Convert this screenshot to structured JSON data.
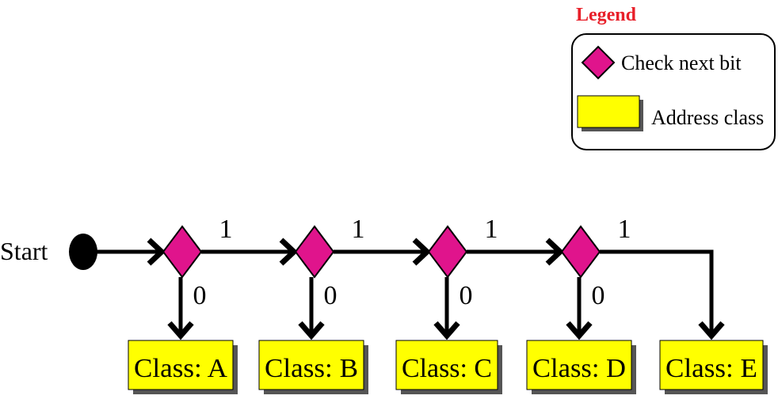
{
  "legend": {
    "title": "Legend",
    "items": [
      {
        "shape": "diamond",
        "label": "Check next bit"
      },
      {
        "shape": "rectangle",
        "label": "Address class"
      }
    ]
  },
  "start_label": "Start",
  "decisions": [
    {
      "one_label": "1",
      "zero_label": "0"
    },
    {
      "one_label": "1",
      "zero_label": "0"
    },
    {
      "one_label": "1",
      "zero_label": "0"
    },
    {
      "one_label": "1",
      "zero_label": "0"
    }
  ],
  "classes": [
    "Class: A",
    "Class: B",
    "Class: C",
    "Class: D",
    "Class: E"
  ],
  "colors": {
    "legend_title": "#e8202a",
    "diamond_fill": "#e0148c",
    "class_fill": "#ffff00",
    "shadow": "#555555",
    "line": "#000000"
  }
}
